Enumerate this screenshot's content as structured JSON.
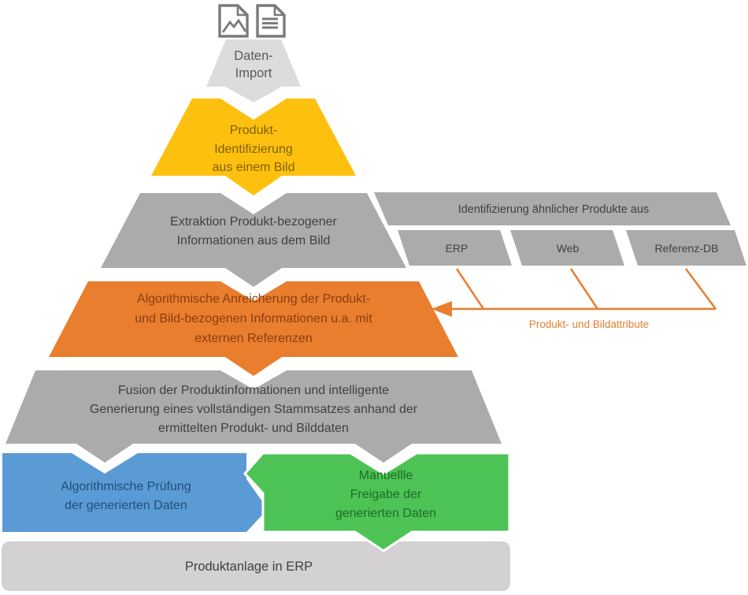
{
  "colors": {
    "light_gray": "#dcdcdc",
    "gray": "#ababab",
    "bar_gray": "#d3d1d1",
    "yellow": "#fec00f",
    "orange": "#e87e2e",
    "blue": "#5b9bd5",
    "green": "#4dc355",
    "text_dark": "#404040",
    "text_daten": "#595959",
    "text_yellow": "#7f6000",
    "text_orange": "#8c3d10",
    "text_blue": "#1f4e79",
    "text_green": "#1f6b2a",
    "icon_gray": "#7a7a7a"
  },
  "icons": {
    "image_file": "image-file-icon",
    "document_file": "document-file-icon"
  },
  "funnel": {
    "import": {
      "lines": [
        "Daten-",
        "Import"
      ]
    },
    "identify": {
      "lines": [
        "Produkt-",
        "Identifizierung",
        "aus einem Bild"
      ]
    },
    "extract": {
      "lines": [
        "Extraktion Produkt-bezogener",
        "Informationen aus dem Bild"
      ]
    },
    "enrich": {
      "lines": [
        "Algorithmische Anreicherung der Produkt-",
        "und Bild-bezogenen Informationen u.a. mit",
        "externen Referenzen"
      ]
    },
    "fusion": {
      "lines": [
        "Fusion der Produktinformationen und intelligente",
        "Generierung eines vollständigen Stammsatzes anhand der",
        "ermittelten Produkt- und Bilddaten"
      ]
    }
  },
  "sources": {
    "header": "Identifizierung ähnlicher Produkte aus",
    "items": [
      "ERP",
      "Web",
      "Referenz-DB"
    ],
    "connector_label": "Produkt- und Bildattribute"
  },
  "review": {
    "algorithmic": {
      "lines": [
        "Algorithmische Prüfung",
        "der generierten Daten"
      ]
    },
    "manual": {
      "lines": [
        "Manuellle",
        "Freigabe der",
        "generierten Daten"
      ]
    }
  },
  "result": {
    "label": "Produktanlage in ERP"
  }
}
